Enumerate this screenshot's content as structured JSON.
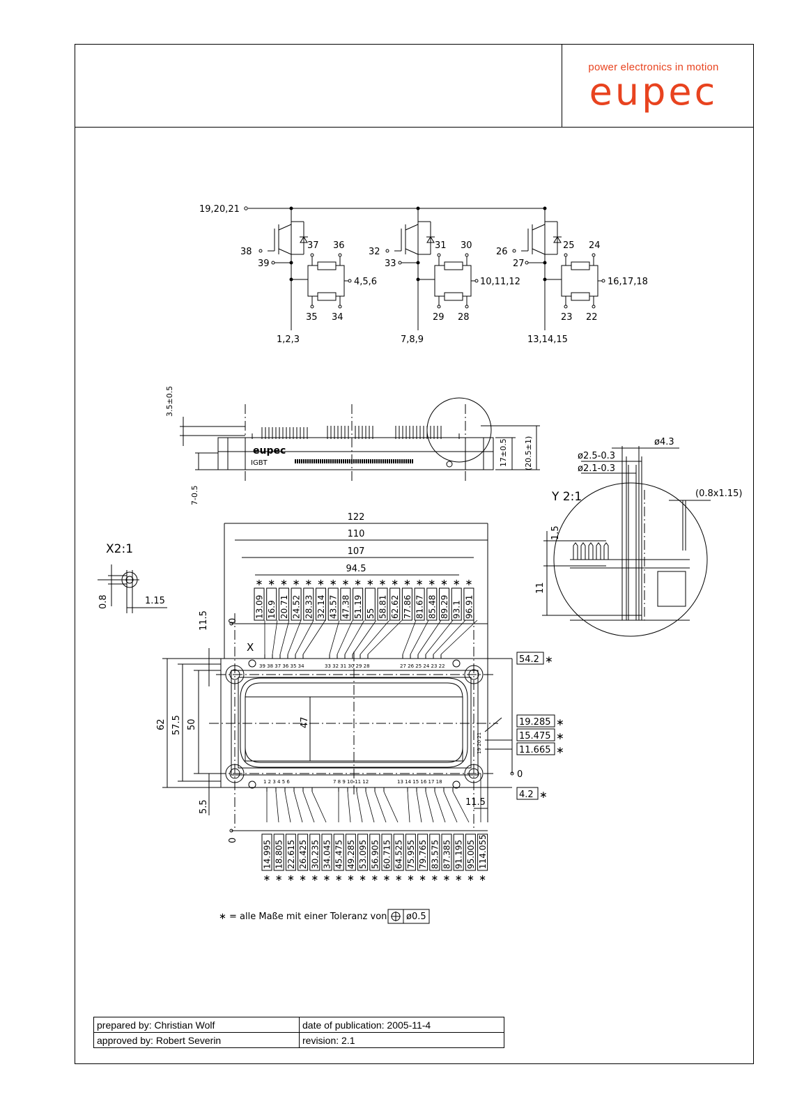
{
  "logo": {
    "tagline": "power electronics in motion",
    "wordmark": "eupec",
    "color": "#e8431f"
  },
  "schematic": {
    "bus_label": "19,20,21",
    "phases": [
      {
        "gate": "38",
        "emitter": "39",
        "r_top_left": "37",
        "r_top_right": "36",
        "ntc": "4,5,6",
        "r_bot_left": "35",
        "r_bot_right": "34",
        "out": "1,2,3"
      },
      {
        "gate": "32",
        "emitter": "33",
        "r_top_left": "31",
        "r_top_right": "30",
        "ntc": "10,11,12",
        "r_bot_left": "29",
        "r_bot_right": "28",
        "out": "7,8,9"
      },
      {
        "gate": "26",
        "emitter": "27",
        "r_top_left": "25",
        "r_top_right": "24",
        "ntc": "16,17,18",
        "r_bot_left": "23",
        "r_bot_right": "22",
        "out": "13,14,15"
      }
    ]
  },
  "side_view": {
    "dim_top": "3.5±0.5",
    "dim_bottom": "7-0.5",
    "dim_h1": "17±0.5",
    "dim_h2": "(20.5±1)",
    "label_brand": "eupec",
    "label_type": "IGBT"
  },
  "detail_y": {
    "title": "Y 2:1",
    "d1": "ø4.3",
    "d2": "ø2.5-0.3",
    "d3": "ø2.1-0.3",
    "d4": "(0.8x1.15)",
    "d5": "1.5",
    "d6": "11"
  },
  "detail_x": {
    "title": "X2:1",
    "d1": "0.8",
    "d2": "1.15"
  },
  "top_view": {
    "widths": [
      "122",
      "110",
      "107",
      "94.5"
    ],
    "top_pins": [
      "13.09",
      "16.9",
      "20.71",
      "24.52",
      "28.33",
      "32.14",
      "43.57",
      "47.38",
      "51.19",
      "55",
      "58.81",
      "62.62",
      "77.86",
      "81.67",
      "85.48",
      "89.29",
      "93.1",
      "96.91"
    ],
    "bottom_pins": [
      "14.995",
      "18.805",
      "22.615",
      "26.425",
      "30.235",
      "34.045",
      "45.475",
      "49.285",
      "53.095",
      "56.905",
      "60.715",
      "64.525",
      "75.955",
      "79.765",
      "83.575",
      "87.385",
      "91.195",
      "95.005",
      "114.055"
    ],
    "right_dims": [
      "54.2",
      "19.285",
      "15.475",
      "11.665",
      "4.2"
    ],
    "zero_right": "0",
    "left_dims": [
      "62",
      "57.5",
      "50"
    ],
    "inner_dim": "47",
    "dim_11_5_top": "11.5",
    "dim_5_5": "5.5",
    "dim_11_5_right": "11.5",
    "zero_left_top": "0",
    "zero_left_bottom": "0",
    "marker_x": "X",
    "top_pin_numbers": "39 38 37 36 35 34",
    "top_pin_numbers_mid": "33 32 31 30 29 28",
    "top_pin_numbers_right": "27 26 25 24 23 22",
    "bottom_pin_numbers_left": "1 2 3 4 5 6",
    "bottom_pin_numbers_mid": "7 8 9 10 11 12",
    "bottom_pin_numbers_right": "13 14 15 16 17 18",
    "side_pin_numbers": "19 20 21",
    "star": "∗"
  },
  "legend": {
    "text": "∗ = alle Maße mit einer Toleranz von",
    "tolerance": "ø0.5"
  },
  "footer": {
    "prepared": "prepared by: Christian Wolf",
    "date": "date of publication: 2005-11-4",
    "approved": "approved by: Robert Severin",
    "revision": "revision: 2.1"
  }
}
